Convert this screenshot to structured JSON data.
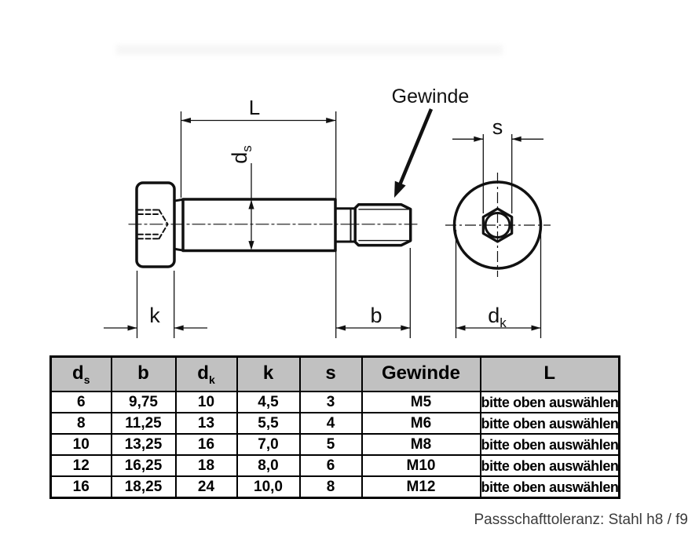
{
  "drawing": {
    "callout_thread": "Gewinde",
    "dim_length": "L",
    "dim_shaft_diameter_base": "d",
    "dim_shaft_diameter_sub": "s",
    "dim_head_height": "k",
    "dim_thread_length": "b",
    "dim_hex_socket": "s",
    "dim_head_diameter_base": "d",
    "dim_head_diameter_sub": "k"
  },
  "table": {
    "headers": [
      {
        "base": "d",
        "sub": "s"
      },
      {
        "base": "b",
        "sub": ""
      },
      {
        "base": "d",
        "sub": "k"
      },
      {
        "base": "k",
        "sub": ""
      },
      {
        "base": "s",
        "sub": ""
      },
      {
        "base": "Gewinde",
        "sub": ""
      },
      {
        "base": "L",
        "sub": ""
      }
    ],
    "rows": [
      [
        "6",
        "9,75",
        "10",
        "4,5",
        "3",
        "M5",
        "bitte oben auswählen"
      ],
      [
        "8",
        "11,25",
        "13",
        "5,5",
        "4",
        "M6",
        "bitte oben auswählen"
      ],
      [
        "10",
        "13,25",
        "16",
        "7,0",
        "5",
        "M8",
        "bitte oben auswählen"
      ],
      [
        "12",
        "16,25",
        "18",
        "8,0",
        "6",
        "M10",
        "bitte oben auswählen"
      ],
      [
        "16",
        "18,25",
        "24",
        "10,0",
        "8",
        "M12",
        "bitte oben auswählen"
      ]
    ]
  },
  "footer": {
    "tolerance_note": "Passschafttoleranz: Stahl h8 / f9"
  },
  "colors": {
    "line": "#111111",
    "table_border": "#000000",
    "table_header_bg": "#c1c1c1",
    "note_text": "#3b3b3b"
  }
}
